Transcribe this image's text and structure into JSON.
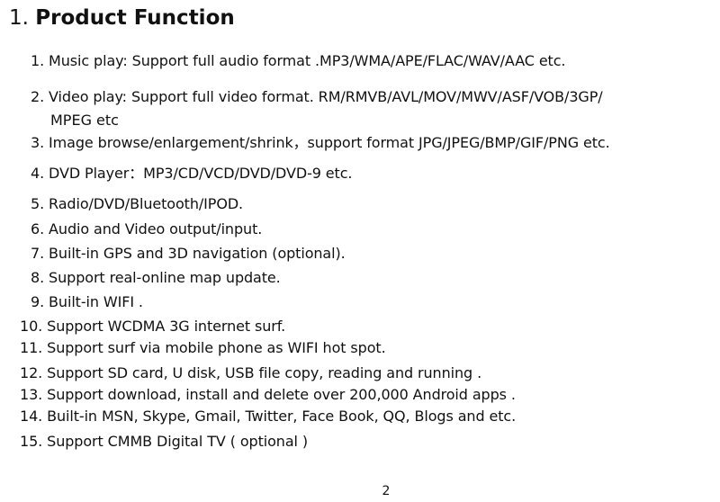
{
  "heading": {
    "number": "1.",
    "title": "Product Function"
  },
  "items": [
    {
      "text": "1. Music play: Support full audio format .MP3/WMA/APE/FLAC/WAV/AAC etc."
    },
    {
      "text": "2. Video play: Support full video format. RM/RMVB/AVL/MOV/MWV/ASF/VOB/3GP/",
      "continuation": "MPEG  etc"
    },
    {
      "text": "3. Image browse/enlargement/shrink，support format JPG/JPEG/BMP/GIF/PNG  etc."
    },
    {
      "text": "4. DVD Player：MP3/CD/VCD/DVD/DVD-9 etc."
    },
    {
      "text": "5. Radio/DVD/Bluetooth/IPOD."
    },
    {
      "text": "6. Audio and Video output/input."
    },
    {
      "text": "7. Built-in GPS and 3D navigation (optional)."
    },
    {
      "text": "8. Support real-online map update."
    },
    {
      "text": "9. Built-in WIFI ."
    },
    {
      "text": "10. Support  WCDMA 3G  internet surf."
    },
    {
      "text": "11. Support surf via mobile phone as WIFI hot spot."
    },
    {
      "text": "12. Support SD card, U disk, USB file copy,  reading and  running ."
    },
    {
      "text": "13. Support download, install and delete over 200,000 Android apps ."
    },
    {
      "text": "14. Built-in MSN, Skype, Gmail, Twitter, Face Book, QQ, Blogs and etc."
    },
    {
      "text": "15. Support CMMB Digital TV ( optional )"
    }
  ],
  "page_number": "2"
}
